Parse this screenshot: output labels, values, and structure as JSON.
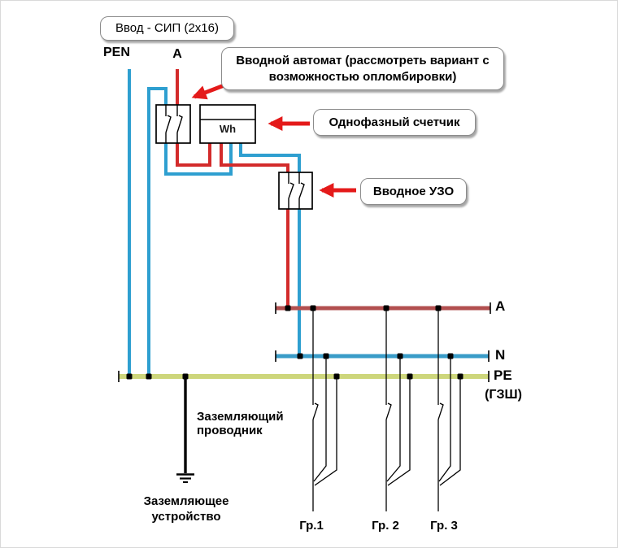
{
  "diagram": {
    "title": "Ввод - СИП (2x16)",
    "source_labels": {
      "pen": "PEN",
      "phase": "A"
    },
    "callouts": {
      "breaker": "Вводной автомат (рассмотреть вариант с возможностью опломбировки)",
      "meter": "Однофазный счетчик",
      "rcd": "Вводное УЗО"
    },
    "meter_text": "Wh",
    "buses": {
      "phase": "A",
      "neutral": "N",
      "pe": "PE",
      "pe_note": "(ГЗШ)"
    },
    "grounding": {
      "conductor": "Заземляющий проводник",
      "device": "Заземляющее устройство"
    },
    "groups": [
      {
        "label": "Гр.1"
      },
      {
        "label": "Гр. 2"
      },
      {
        "label": "Гр. 3"
      }
    ],
    "colors": {
      "phase-wire": "#d32b2b",
      "neutral-wire": "#2e9fd0",
      "phase-bus": "#b25050",
      "neutral-bus": "#3a9cc8",
      "pe-bus": "#cdd67b",
      "arrow": "#e41a1a",
      "line": "#000000"
    }
  }
}
